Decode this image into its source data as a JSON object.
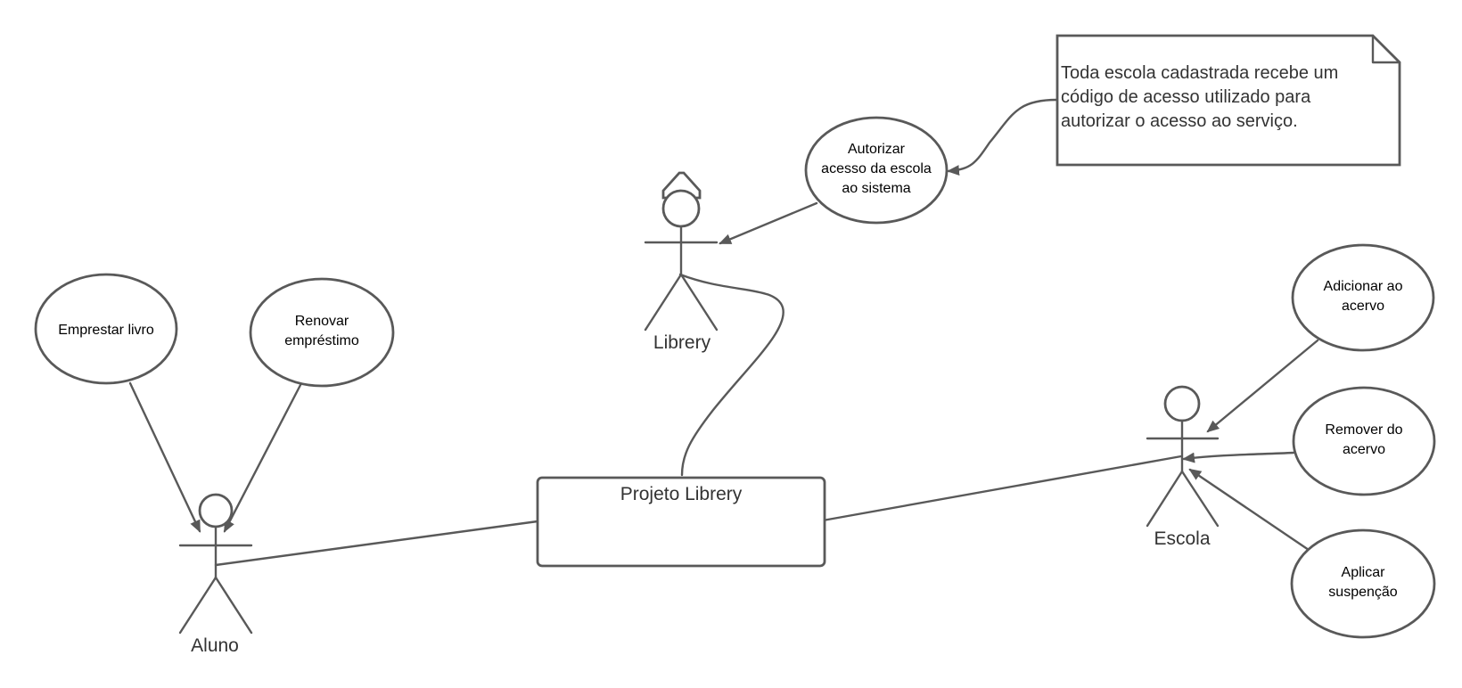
{
  "actors": {
    "aluno": "Aluno",
    "librery": "Librery",
    "escola": "Escola"
  },
  "system": {
    "label": "Projeto Librery"
  },
  "use_cases": {
    "emprestar": [
      "Emprestar livro"
    ],
    "renovar": [
      "Renovar",
      "empréstimo"
    ],
    "autorizar": [
      "Autorizar",
      "acesso da escola",
      "ao sistema"
    ],
    "adicionar": [
      "Adicionar ao",
      "acervo"
    ],
    "remover": [
      "Remover do",
      "acervo"
    ],
    "aplicar": [
      "Aplicar",
      "suspenção"
    ]
  },
  "note": {
    "lines": [
      "Toda escola cadastrada recebe um",
      "código de acesso utilizado para",
      "autorizar o acesso ao serviço."
    ]
  },
  "colors": {
    "stroke": "#595959",
    "text": "#333333"
  }
}
